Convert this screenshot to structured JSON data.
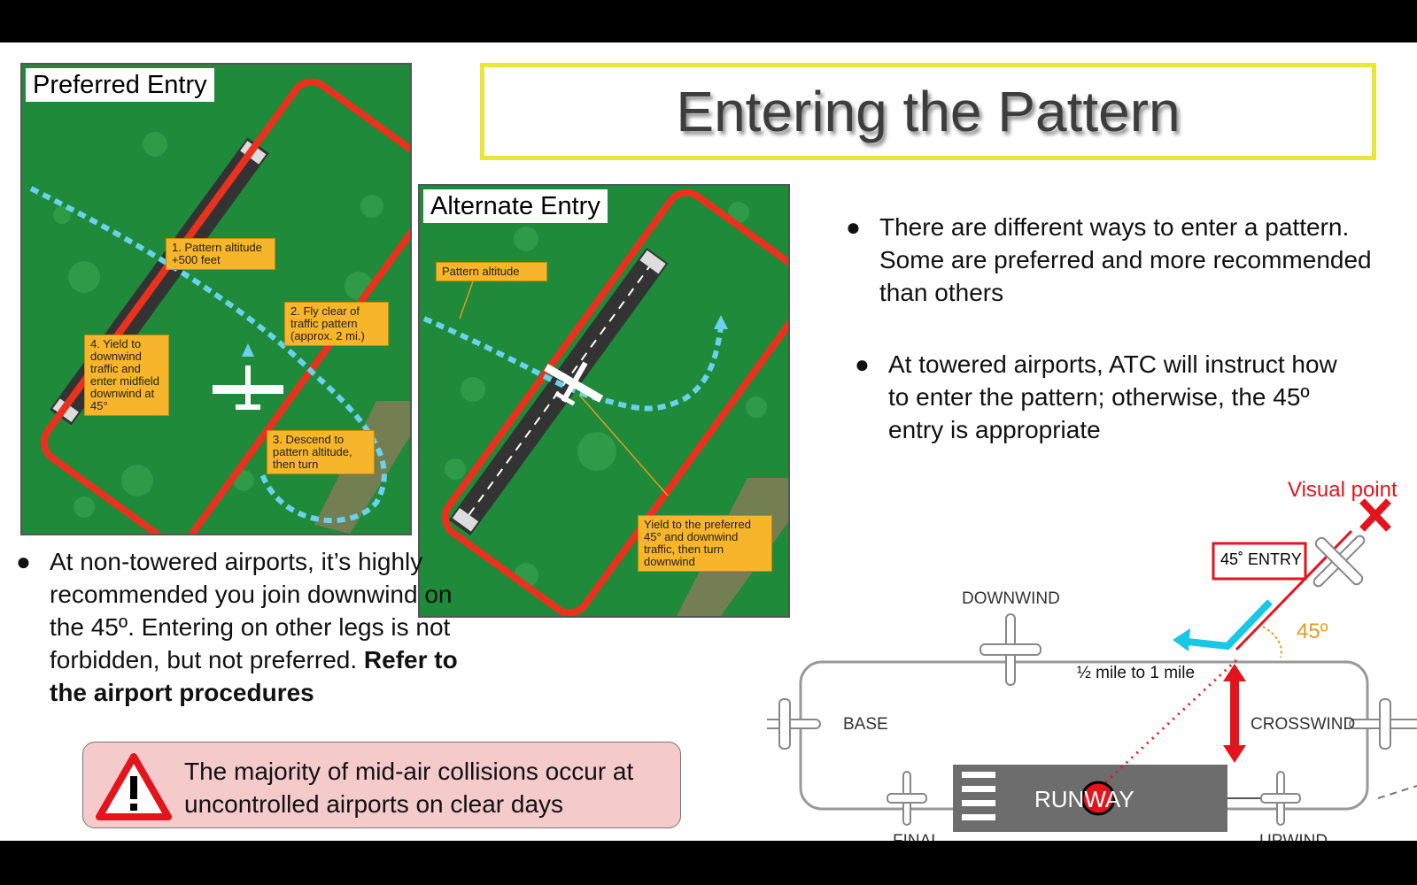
{
  "title": "Entering the Pattern",
  "preferred_panel": {
    "label": "Preferred Entry",
    "callouts": [
      "1. Pattern altitude +500 feet",
      "2. Fly clear of traffic pattern (approx. 2 mi.)",
      "3. Descend to pattern altitude, then turn",
      "4. Yield to downwind traffic and enter midfield downwind at 45°"
    ]
  },
  "alternate_panel": {
    "label": "Alternate Entry",
    "callouts": [
      "Pattern altitude",
      "Yield to the preferred 45° and downwind traffic, then turn downwind"
    ]
  },
  "bullets_right": [
    "There are different ways to enter a pattern. Some are preferred and more recommended than others",
    "At towered airports, ATC will instruct how to enter the pattern; otherwise, the 45º entry is appropriate"
  ],
  "bullet_left": {
    "text": "At non-towered airports, it’s highly recommended you join downwind on the 45º. Entering on other legs is not forbidden, but not preferred.",
    "bold": "Refer to the airport procedures"
  },
  "warning": "The majority of mid-air collisions occur at uncontrolled airports on clear days",
  "pattern_diagram": {
    "visual_point": "Visual point",
    "entry": "45˚ ENTRY",
    "angle": "45º",
    "downwind": "DOWNWIND",
    "distance": "½ mile to 1 mile",
    "base": "BASE",
    "crosswind": "CROSSWIND",
    "runway": "RUNWAY",
    "final": "FINAL",
    "upwind": "UPWIND"
  },
  "colors": {
    "title_border": "#e8e63a",
    "pattern_red": "#e8321e",
    "entry_cyan": "#19c6e6",
    "callout": "#f7b52c",
    "warning_bg": "#f4cacb",
    "grass": "#1e8a3a"
  }
}
